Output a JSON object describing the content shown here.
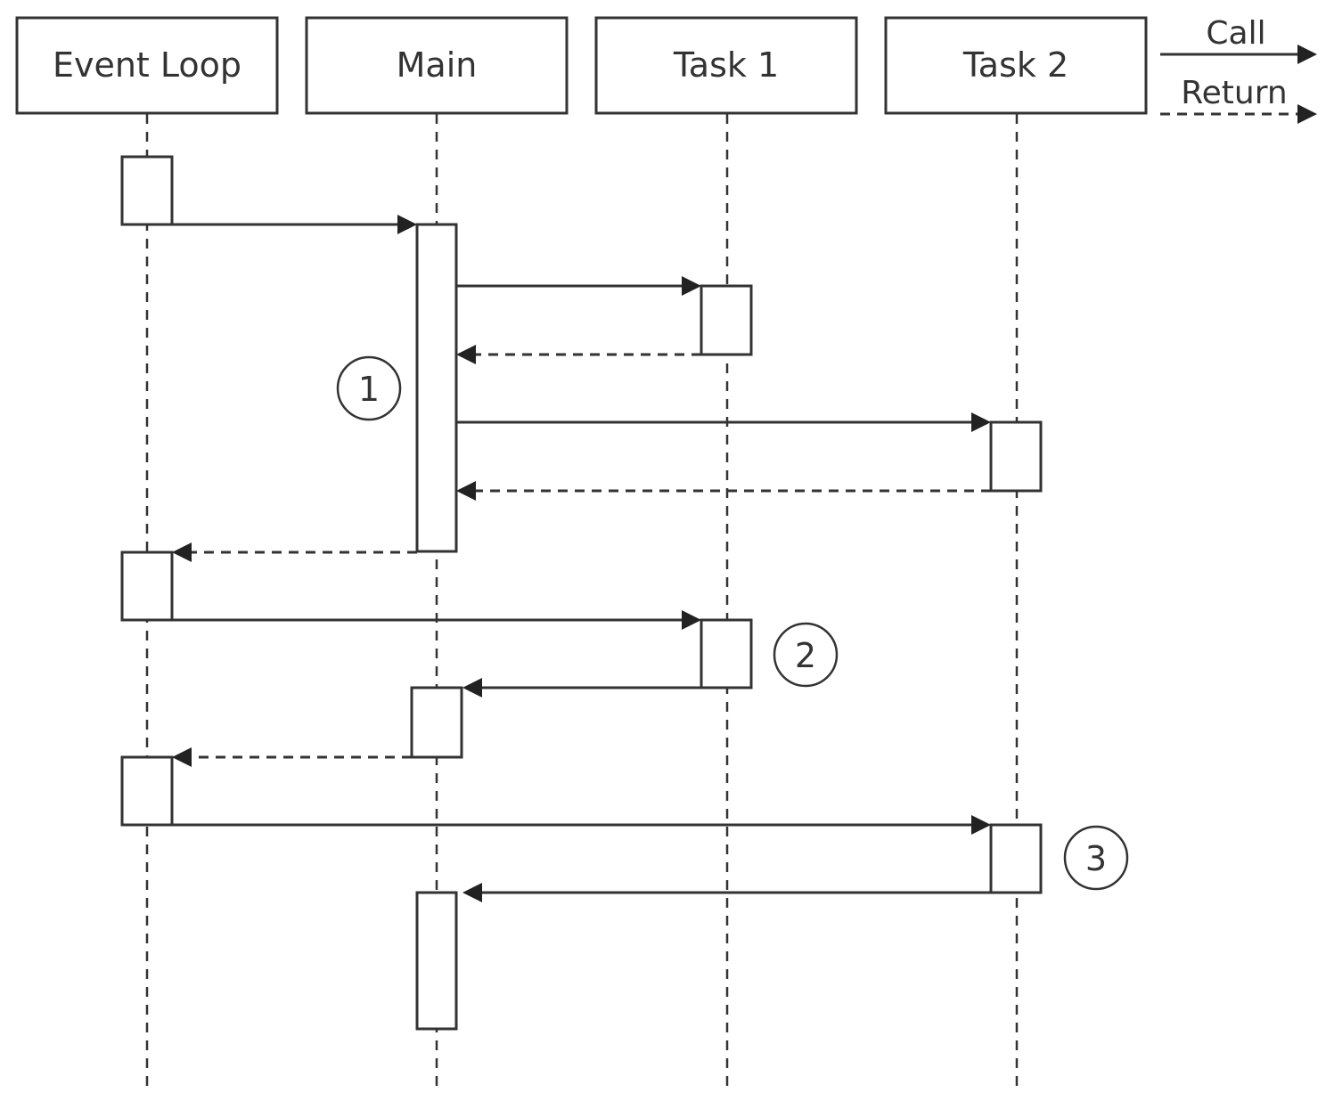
{
  "participants": [
    {
      "name": "Event Loop"
    },
    {
      "name": "Main"
    },
    {
      "name": "Task 1"
    },
    {
      "name": "Task 2"
    }
  ],
  "legend": {
    "call_label": "Call",
    "return_label": "Return"
  },
  "steps": [
    "1",
    "2",
    "3"
  ],
  "messages": [
    {
      "from": "Event Loop",
      "to": "Main",
      "kind": "call"
    },
    {
      "from": "Main",
      "to": "Task 1",
      "kind": "call"
    },
    {
      "from": "Task 1",
      "to": "Main",
      "kind": "return"
    },
    {
      "from": "Main",
      "to": "Task 2",
      "kind": "call"
    },
    {
      "from": "Task 2",
      "to": "Main",
      "kind": "return"
    },
    {
      "from": "Main",
      "to": "Event Loop",
      "kind": "return"
    },
    {
      "from": "Event Loop",
      "to": "Task 1",
      "kind": "call"
    },
    {
      "from": "Task 1",
      "to": "Main",
      "kind": "call"
    },
    {
      "from": "Main",
      "to": "Event Loop",
      "kind": "return"
    },
    {
      "from": "Event Loop",
      "to": "Task 2",
      "kind": "call"
    },
    {
      "from": "Task 2",
      "to": "Main",
      "kind": "call"
    }
  ],
  "colors": {
    "stroke": "#333333",
    "background": "#ffffff"
  }
}
